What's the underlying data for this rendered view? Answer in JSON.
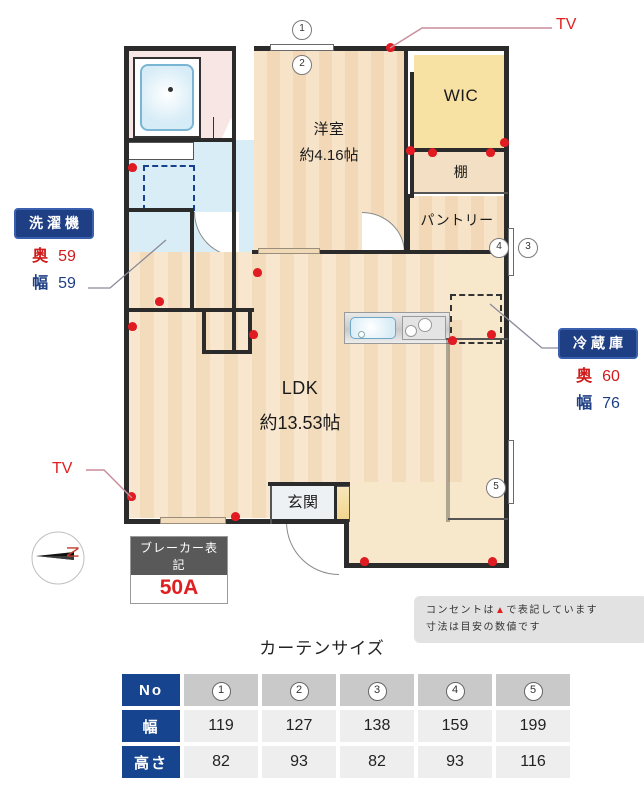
{
  "plan": {
    "rooms": [
      {
        "id": "yoshitsu",
        "name": "洋室",
        "size": "約4.16帖"
      },
      {
        "id": "ldk",
        "name": "LDK",
        "size": "約13.53帖"
      },
      {
        "id": "wic",
        "name": "WIC",
        "size": ""
      },
      {
        "id": "tana",
        "name": "棚",
        "size": ""
      },
      {
        "id": "pantry",
        "name": "パントリー",
        "size": ""
      },
      {
        "id": "genkan",
        "name": "玄関",
        "size": ""
      }
    ],
    "markers": [
      "1",
      "2",
      "3",
      "4",
      "5"
    ],
    "tv_labels": [
      "TV",
      "TV"
    ],
    "compass_label": "N"
  },
  "appliances": [
    {
      "id": "washer",
      "title": "洗濯機",
      "depth_label": "奥",
      "depth_value": "59",
      "width_label": "幅",
      "width_value": "59"
    },
    {
      "id": "fridge",
      "title": "冷蔵庫",
      "depth_label": "奥",
      "depth_value": "60",
      "width_label": "幅",
      "width_value": "76"
    }
  ],
  "breaker": {
    "title": "ブレーカー表記",
    "value": "50A"
  },
  "note": {
    "line1_prefix": "コンセントは",
    "line1_suffix": "で表記しています",
    "line2": "寸法は目安の数値です",
    "symbol": "▲"
  },
  "curtain": {
    "title": "カーテンサイズ",
    "row_headers": [
      "No",
      "幅",
      "高さ"
    ],
    "numbers": [
      "1",
      "2",
      "3",
      "4",
      "5"
    ],
    "widths": [
      "119",
      "127",
      "138",
      "159",
      "199"
    ],
    "heights": [
      "82",
      "93",
      "82",
      "93",
      "116"
    ]
  },
  "colors": {
    "header_blue": "#16448f",
    "accent_red": "#e02020",
    "outlet_red": "#e11b22",
    "wic_yellow": "#f7e2a4"
  },
  "chart_data": {
    "type": "table",
    "title": "カーテンサイズ",
    "categories": [
      "1",
      "2",
      "3",
      "4",
      "5"
    ],
    "series": [
      {
        "name": "幅",
        "values": [
          119,
          127,
          138,
          159,
          199
        ]
      },
      {
        "name": "高さ",
        "values": [
          82,
          93,
          82,
          93,
          116
        ]
      }
    ]
  }
}
